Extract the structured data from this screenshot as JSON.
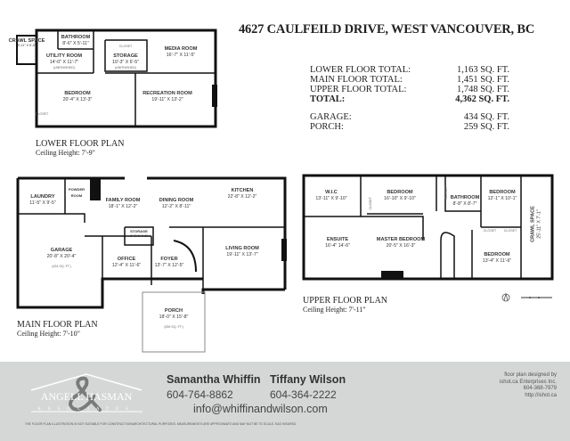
{
  "title": "4627 CAULFEILD DRIVE, WEST VANCOUVER, BC",
  "totals": [
    {
      "label": "LOWER FLOOR TOTAL:",
      "value": "1,163 SQ. FT.",
      "bold": false
    },
    {
      "label": "MAIN FLOOR TOTAL:",
      "value": "1,451 SQ. FT.",
      "bold": false
    },
    {
      "label": "UPPER FLOOR TOTAL:",
      "value": "1,748 SQ. FT.",
      "bold": false
    },
    {
      "label": "TOTAL:",
      "value": "4,362 SQ. FT.",
      "bold": true
    }
  ],
  "extras": [
    {
      "label": "GARAGE:",
      "value": "434 SQ. FT."
    },
    {
      "label": "PORCH:",
      "value": "259 SQ. FT."
    }
  ],
  "lower": {
    "name": "LOWER FLOOR PLAN",
    "ceiling": "Ceiling Height: 7'-9\"",
    "rooms": [
      {
        "name": "CRAWL SPACE",
        "dims": "5'-11\" X 6'-5\""
      },
      {
        "name": "BATHROOM",
        "dims": "8'-6\" X 5'-11\""
      },
      {
        "name": "UTILITY ROOM",
        "dims": "14'-0\" X 11'-7\"",
        "note": "(UNFINISHED)"
      },
      {
        "name": "STORAGE",
        "dims": "10'-3\" X 6'-5\"",
        "note": "(UNFINISHED)"
      },
      {
        "name": "MEDIA ROOM",
        "dims": "16'-7\" X 11'-5\""
      },
      {
        "name": "BEDROOM",
        "dims": "20'-4\" X 13'-3\""
      },
      {
        "name": "RECREATION ROOM",
        "dims": "19'-11\" X 13'-2\""
      }
    ],
    "closets": [
      "CLOSET",
      "CLOSET"
    ]
  },
  "main": {
    "name": "MAIN FLOOR PLAN",
    "ceiling": "Ceiling Height: 7'-10\"",
    "rooms": [
      {
        "name": "LAUNDRY",
        "dims": "11'-5\" X 9'-5\""
      },
      {
        "name": "POWDER ROOM",
        "dims": ""
      },
      {
        "name": "FAMILY ROOM",
        "dims": "18'-1\" X 12'-2\""
      },
      {
        "name": "DINING ROOM",
        "dims": "12'-2\" X 8'-11\""
      },
      {
        "name": "KITCHEN",
        "dims": "22'-8\" X 12'-2\""
      },
      {
        "name": "GARAGE",
        "dims": "20'-8\" X 20'-4\"",
        "note": "(434 SQ. FT.)"
      },
      {
        "name": "STORAGE",
        "dims": "6'-3\" X 4'-6\""
      },
      {
        "name": "OFFICE",
        "dims": "12'-4\" X 11'-6\""
      },
      {
        "name": "FOYER",
        "dims": "13'-7\" X 12'-5\""
      },
      {
        "name": "LIVING ROOM",
        "dims": "19'-11\" X 13'-7\""
      },
      {
        "name": "PORCH",
        "dims": "18'-0\" X 15'-8\"",
        "note": "(259 SQ. FT.)"
      }
    ]
  },
  "upper": {
    "name": "UPPER FLOOR PLAN",
    "ceiling": "Ceiling Height: 7'-11\"",
    "rooms": [
      {
        "name": "W.I.C",
        "dims": "13'-11\" X 9'-10\""
      },
      {
        "name": "BEDROOM",
        "dims": "16'-10\" X 9'-10\""
      },
      {
        "name": "BATHROOM",
        "dims": "8'-8\" X 8'-7\""
      },
      {
        "name": "BEDROOM",
        "dims": "12'-1\" X 10'-1\""
      },
      {
        "name": "ENSUITE",
        "dims": "16'-4\" 14'-6\""
      },
      {
        "name": "MASTER BEDROOM",
        "dims": "20'-5\" X 16'-3\""
      },
      {
        "name": "BEDROOM",
        "dims": "13'-4\" X 11'-6\""
      },
      {
        "name": "CRAWL SPACE",
        "dims": "25'-11\" X 7'-1\""
      }
    ],
    "closets": [
      "CLOSET",
      "CLOSET",
      "CLOSET",
      "CLOSET"
    ]
  },
  "footer": {
    "logo_text": "ANGELL HASMAN & ASSOCIATES",
    "agents": [
      {
        "name": "Samantha Whiffin",
        "phone": "604-764-8862"
      },
      {
        "name": "Tiffany Wilson",
        "phone": "604-364-2222"
      }
    ],
    "email": "info@whiffinandwilson.com",
    "credit": [
      "floor plan designed by",
      "ishot.ca Enterprises Inc.",
      "604-368-7979",
      "http://ishot.ca"
    ],
    "disclaimer": "THE FLOOR PLAN ILLUSTRATION IS NOT SUITABLE FOR CONSTRUCTION/ARCHITECTURAL PURPOSES. MEASUREMENTS ARE APPROXIMATE AND MAY NOT BE TO SCALE. E&O INSURED.",
    "colors": {
      "band": "#d5d7d7"
    }
  }
}
